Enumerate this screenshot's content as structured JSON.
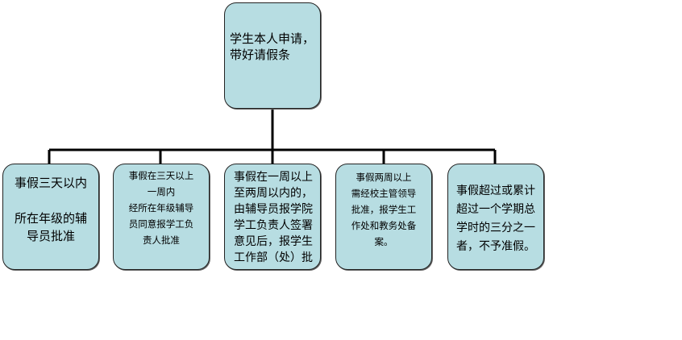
{
  "diagram": {
    "root": {
      "text": "学生本人申请，\n带好请假条"
    },
    "children": [
      {
        "text": "事假三天以内\n\n所在年级的辅\n导员批准"
      },
      {
        "text": "事假在三天以上\n一周内\n经所在年级辅导\n员同意报学工负\n责人批准"
      },
      {
        "text": "事假在一周以上\n至两周以内的，\n由辅导员报学院\n学工负责人签署\n意见后，报学生\n工作部（处）批"
      },
      {
        "text": "事假两周以上\n需经校主管领导\n批准，报学生工\n作处和教务处备\n案。"
      },
      {
        "text": "事假超过或累计\n超过一个学期总\n学时的三分之一\n者，不予准假。"
      }
    ]
  },
  "colors": {
    "node_fill": "#b7dde2",
    "node_border": "#222222",
    "connector": "#000000"
  }
}
